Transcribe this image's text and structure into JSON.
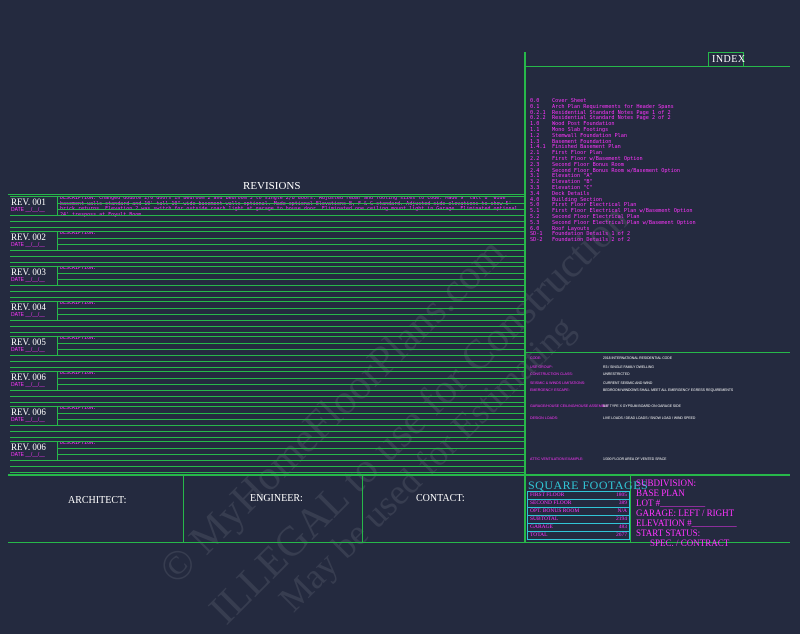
{
  "index": {
    "title": "INDEX",
    "items": [
      {
        "code": "0.0",
        "name": "Cover Sheet"
      },
      {
        "code": "0.1",
        "name": "Arch Plan Requirements for Header Spans"
      },
      {
        "code": "0.2.1",
        "name": "Residential Standard Notes Page 1 of 2"
      },
      {
        "code": "0.2.2",
        "name": "Residential Standard Notes Page 2 of 2"
      },
      {
        "code": "1.0",
        "name": "Wood Post Foundation"
      },
      {
        "code": "1.1",
        "name": "Mono Slab Footings"
      },
      {
        "code": "1.2",
        "name": "Stemwall Foundation Plan"
      },
      {
        "code": "1.3",
        "name": "Basement Foundation"
      },
      {
        "code": "1.4.1",
        "name": "Finished Basement Plan"
      },
      {
        "code": "2.1",
        "name": "First Floor Plan"
      },
      {
        "code": "2.2",
        "name": "First Floor w/Basement Option"
      },
      {
        "code": "2.3",
        "name": "Second Floor Bonus Room"
      },
      {
        "code": "2.4",
        "name": "Second Floor Bonus Room w/Basement Option"
      },
      {
        "code": "3.1",
        "name": "Elevation \"A\""
      },
      {
        "code": "3.2",
        "name": "Elevation \"B\""
      },
      {
        "code": "3.3",
        "name": "Elevation \"C\""
      },
      {
        "code": "3.4",
        "name": "Deck Details"
      },
      {
        "code": "4.0",
        "name": "Building Section"
      },
      {
        "code": "5.0",
        "name": "First Floor Electrical Plan"
      },
      {
        "code": "5.1",
        "name": "First Floor Electrical Plan w/Basement Option"
      },
      {
        "code": "5.2",
        "name": "Second Floor Electrical Plan"
      },
      {
        "code": "5.3",
        "name": "Second Floor Electrical Plan w/Basement Option"
      },
      {
        "code": "6.0",
        "name": "Roof Layouts"
      },
      {
        "code": "SD-1",
        "name": "Foundation Details 1 of 2"
      },
      {
        "code": "SD-2",
        "name": "Foundation Details 2 of 2"
      }
    ]
  },
  "revisions": {
    "title": "REVISIONS",
    "date_label": "DATE __/__/__",
    "desc_label": "DESCRIPTION:",
    "items": [
      {
        "label": "REV. 001",
        "description": "DESCRIPTION: Changed double 2/0 doors in Bedroom 2 and Bedroom 3 to single 2/8 doors. Adjusted rebar and footing sizes to code. Made 9' tall 8\" wide basement walls standard and 10' tall 10\" wide basement walls optional. Made optional Elevations B, F & G standard. Adjusted side elevations to show 5' brick returns. Elevation 2 was switch for outside coach light at garage to house door. Eliminated one ceiling mount light in Garage. Eliminated optional 24' tresposs at Foyult Boom."
      },
      {
        "label": "REV. 002",
        "description": "DESCRIPTION:"
      },
      {
        "label": "REV. 003",
        "description": "DESCRIPTION:"
      },
      {
        "label": "REV. 004",
        "description": "DESCRIPTION:"
      },
      {
        "label": "REV. 005",
        "description": "DESCRIPTION:"
      },
      {
        "label": "REV. 006",
        "description": "DESCRIPTION:"
      },
      {
        "label": "REV. 006",
        "description": "DESCRIPTION:"
      },
      {
        "label": "REV. 006",
        "description": "DESCRIPTION:"
      }
    ]
  },
  "footer": {
    "architect": "ARCHITECT:",
    "engineer": "ENGINEER:",
    "contact": "CONTACT:"
  },
  "square_footages": {
    "title": "SQUARE FOOTAGES",
    "rows": [
      {
        "label": "FIRST FLOOR",
        "value": "1805"
      },
      {
        "label": "SECOND FLOOR",
        "value": "389"
      },
      {
        "label": "OPT. BONUS ROOM",
        "value": "N/A"
      },
      {
        "label": "SUBTOTAL",
        "value": "2194"
      },
      {
        "label": "GARAGE",
        "value": "483"
      },
      {
        "label": "TOTAL",
        "value": "2677"
      }
    ]
  },
  "subdivision": {
    "lines": [
      "SUBDIVISION:",
      "BASE PLAN",
      "LOT #__________",
      "GARAGE: LEFT / RIGHT",
      "ELEVATION #__________",
      "START STATUS:",
      "SPEC. / CONTRACT"
    ]
  },
  "notes": {
    "rows": [
      {
        "label": "CODE:",
        "value": "2018 INTERNATIONAL RESIDENTIAL CODE"
      },
      {
        "label": "USE GROUP:",
        "value": "R3 / SINGLE FAMILY DWELLING"
      },
      {
        "label": "CONSTRUCTION CLASS:",
        "value": "UNRESTRICTED"
      },
      {
        "label": "SEISMIC & WINDS LIMITATIONS:",
        "value": "CURRENT SEISMIC AND WIND"
      },
      {
        "label": "EMERGENCY ESCAPE:",
        "value": "BEDROOM WINDOWS SHALL MEET ALL EMERGENCY EGRESS REQUIREMENTS"
      },
      {
        "label": "GARAGE/HOUSE CEILING/HOUSE ASSEMBLY:",
        "value": "5/8\" TYPE X GYPSUM BOARD ON GARAGE SIDE"
      },
      {
        "label": "DESIGN LOADS:",
        "value": "LIVE LOADS / DEAD LOADS / SNOW LOAD / WIND SPEED"
      },
      {
        "label": "ATTIC VENTILATION EXAMPLE:",
        "value": "1/300 FLOOR AREA OF VENTED SPACE"
      }
    ]
  },
  "watermarks": [
    "© MyHomeFloorPlans.com",
    "ILLEGAL to use for Construction",
    "May be used for Estimating"
  ],
  "colors": {
    "background": "#242a3f",
    "grid_green": "#27b84a",
    "magenta": "#ff35ff",
    "cyan": "#31c5d6"
  }
}
